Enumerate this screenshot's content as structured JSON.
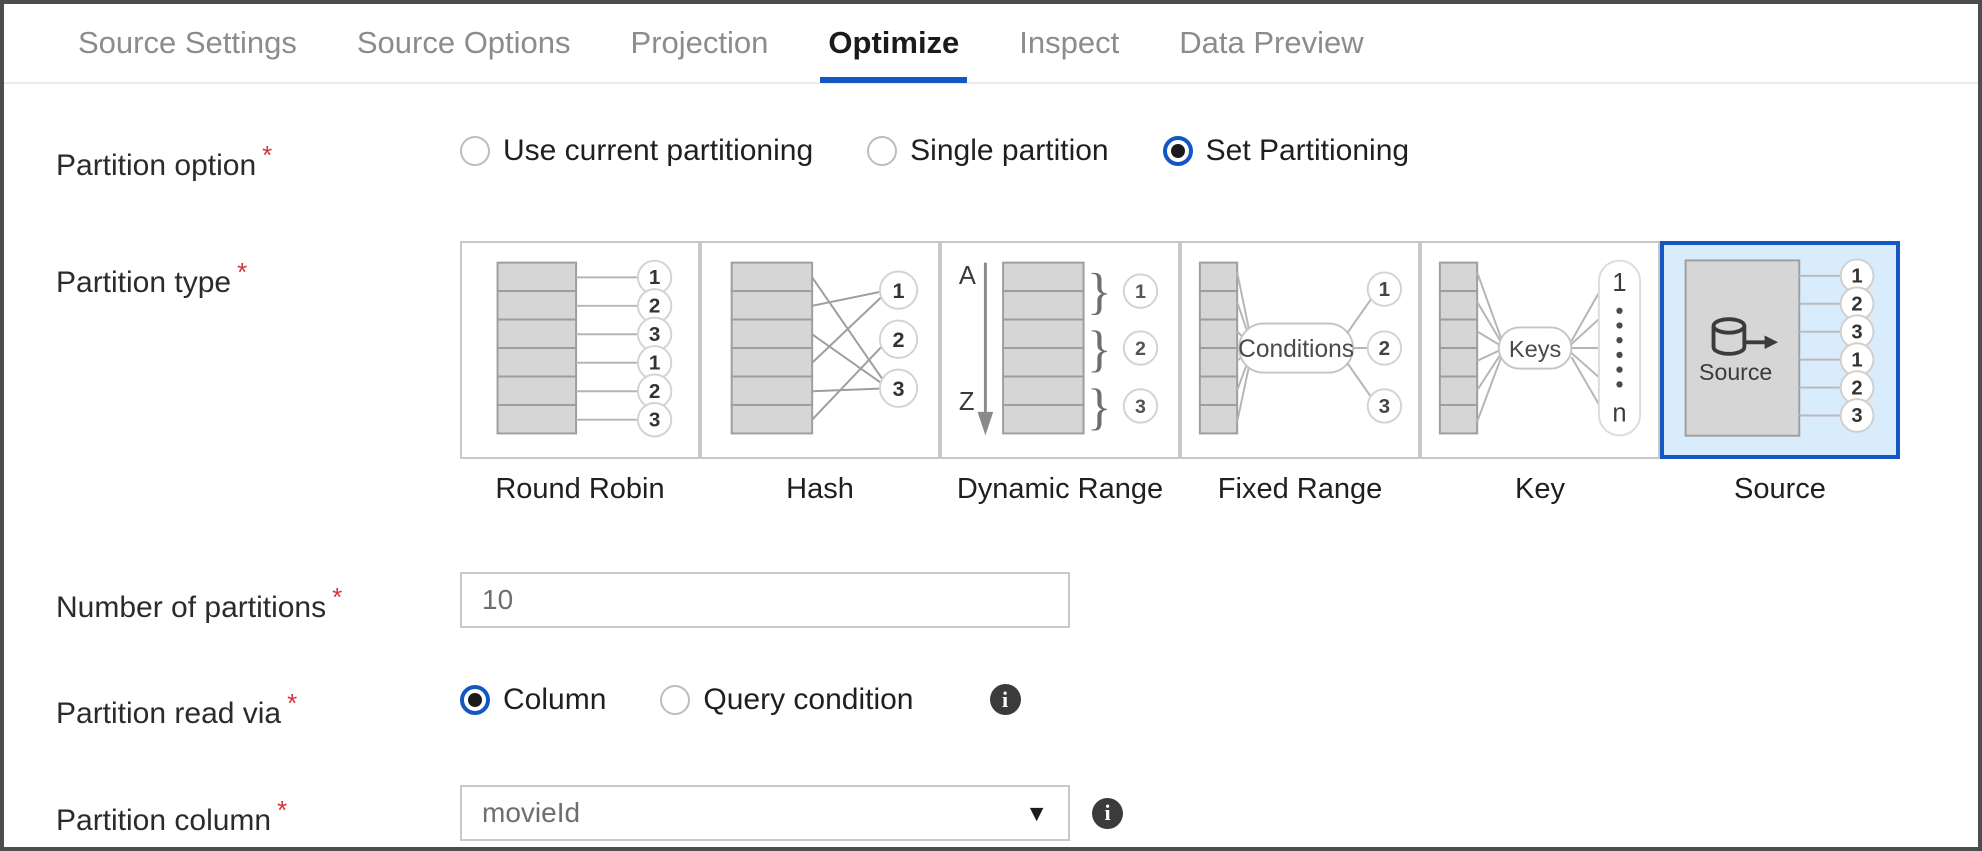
{
  "accent_color": "#1257c4",
  "tabs": [
    {
      "label": "Source Settings",
      "active": false
    },
    {
      "label": "Source Options",
      "active": false
    },
    {
      "label": "Projection",
      "active": false
    },
    {
      "label": "Optimize",
      "active": true
    },
    {
      "label": "Inspect",
      "active": false
    },
    {
      "label": "Data Preview",
      "active": false
    }
  ],
  "partition_option": {
    "label": "Partition option",
    "required_marker": "*",
    "options": [
      {
        "label": "Use current partitioning",
        "selected": false
      },
      {
        "label": "Single partition",
        "selected": false
      },
      {
        "label": "Set Partitioning",
        "selected": true
      }
    ]
  },
  "partition_type": {
    "label": "Partition type",
    "required_marker": "*",
    "cards": [
      {
        "label": "Round Robin",
        "selected": false,
        "circles": [
          "1",
          "2",
          "3",
          "1",
          "2",
          "3"
        ]
      },
      {
        "label": "Hash",
        "selected": false,
        "circles": [
          "1",
          "2",
          "3"
        ]
      },
      {
        "label": "Dynamic Range",
        "selected": false,
        "circles": [
          "1",
          "2",
          "3"
        ],
        "axis_top": "A",
        "axis_bottom": "Z"
      },
      {
        "label": "Fixed Range",
        "selected": false,
        "circles": [
          "1",
          "2",
          "3"
        ],
        "pill": "Conditions"
      },
      {
        "label": "Key",
        "selected": false,
        "pill": "Keys",
        "capsule_top": "1",
        "capsule_bottom": "n"
      },
      {
        "label": "Source",
        "selected": true,
        "circles": [
          "1",
          "2",
          "3",
          "1",
          "2",
          "3"
        ],
        "icon_label": "Source"
      }
    ]
  },
  "number_of_partitions": {
    "label": "Number of partitions",
    "required_marker": "*",
    "value": "10"
  },
  "partition_read_via": {
    "label": "Partition read via",
    "required_marker": "*",
    "options": [
      {
        "label": "Column",
        "selected": true
      },
      {
        "label": "Query condition",
        "selected": false
      }
    ],
    "info_glyph": "i"
  },
  "partition_column": {
    "label": "Partition column",
    "required_marker": "*",
    "value": "movieId",
    "chevron": "▼",
    "info_glyph": "i"
  }
}
